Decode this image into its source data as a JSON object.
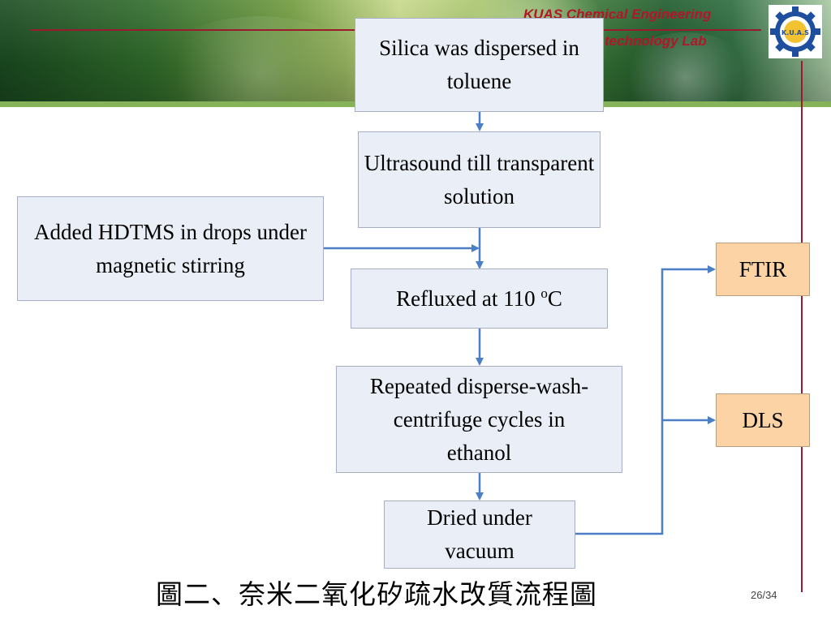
{
  "header": {
    "lab_line1": "KUAS Chemical Engineering",
    "lab_line2": "technology  Lab",
    "logo_label": "K.U.A.S"
  },
  "flow": {
    "step1": "Silica  was dispersed in toluene",
    "step2": "Ultrasound till transparent solution",
    "side_input": "Added HDTMS in drops under magnetic stirring",
    "step3_text": "Refluxed at 110 ",
    "step3_sup": "o",
    "step3_unit": "C",
    "step4": "Repeated disperse-wash-centrifuge cycles in ethanol",
    "step5": "Dried under vacuum",
    "analysis1": "FTIR",
    "analysis2": "DLS"
  },
  "caption": "圖二、奈米二氧化矽疏水改質流程圖",
  "page_number": "26/34",
  "colors": {
    "box_fill": "#eaeef7",
    "box_border": "#a6adc4",
    "analysis_fill": "#fcd3a4",
    "arrow": "#4a7fc6",
    "accent_red": "#9b1b2e"
  }
}
